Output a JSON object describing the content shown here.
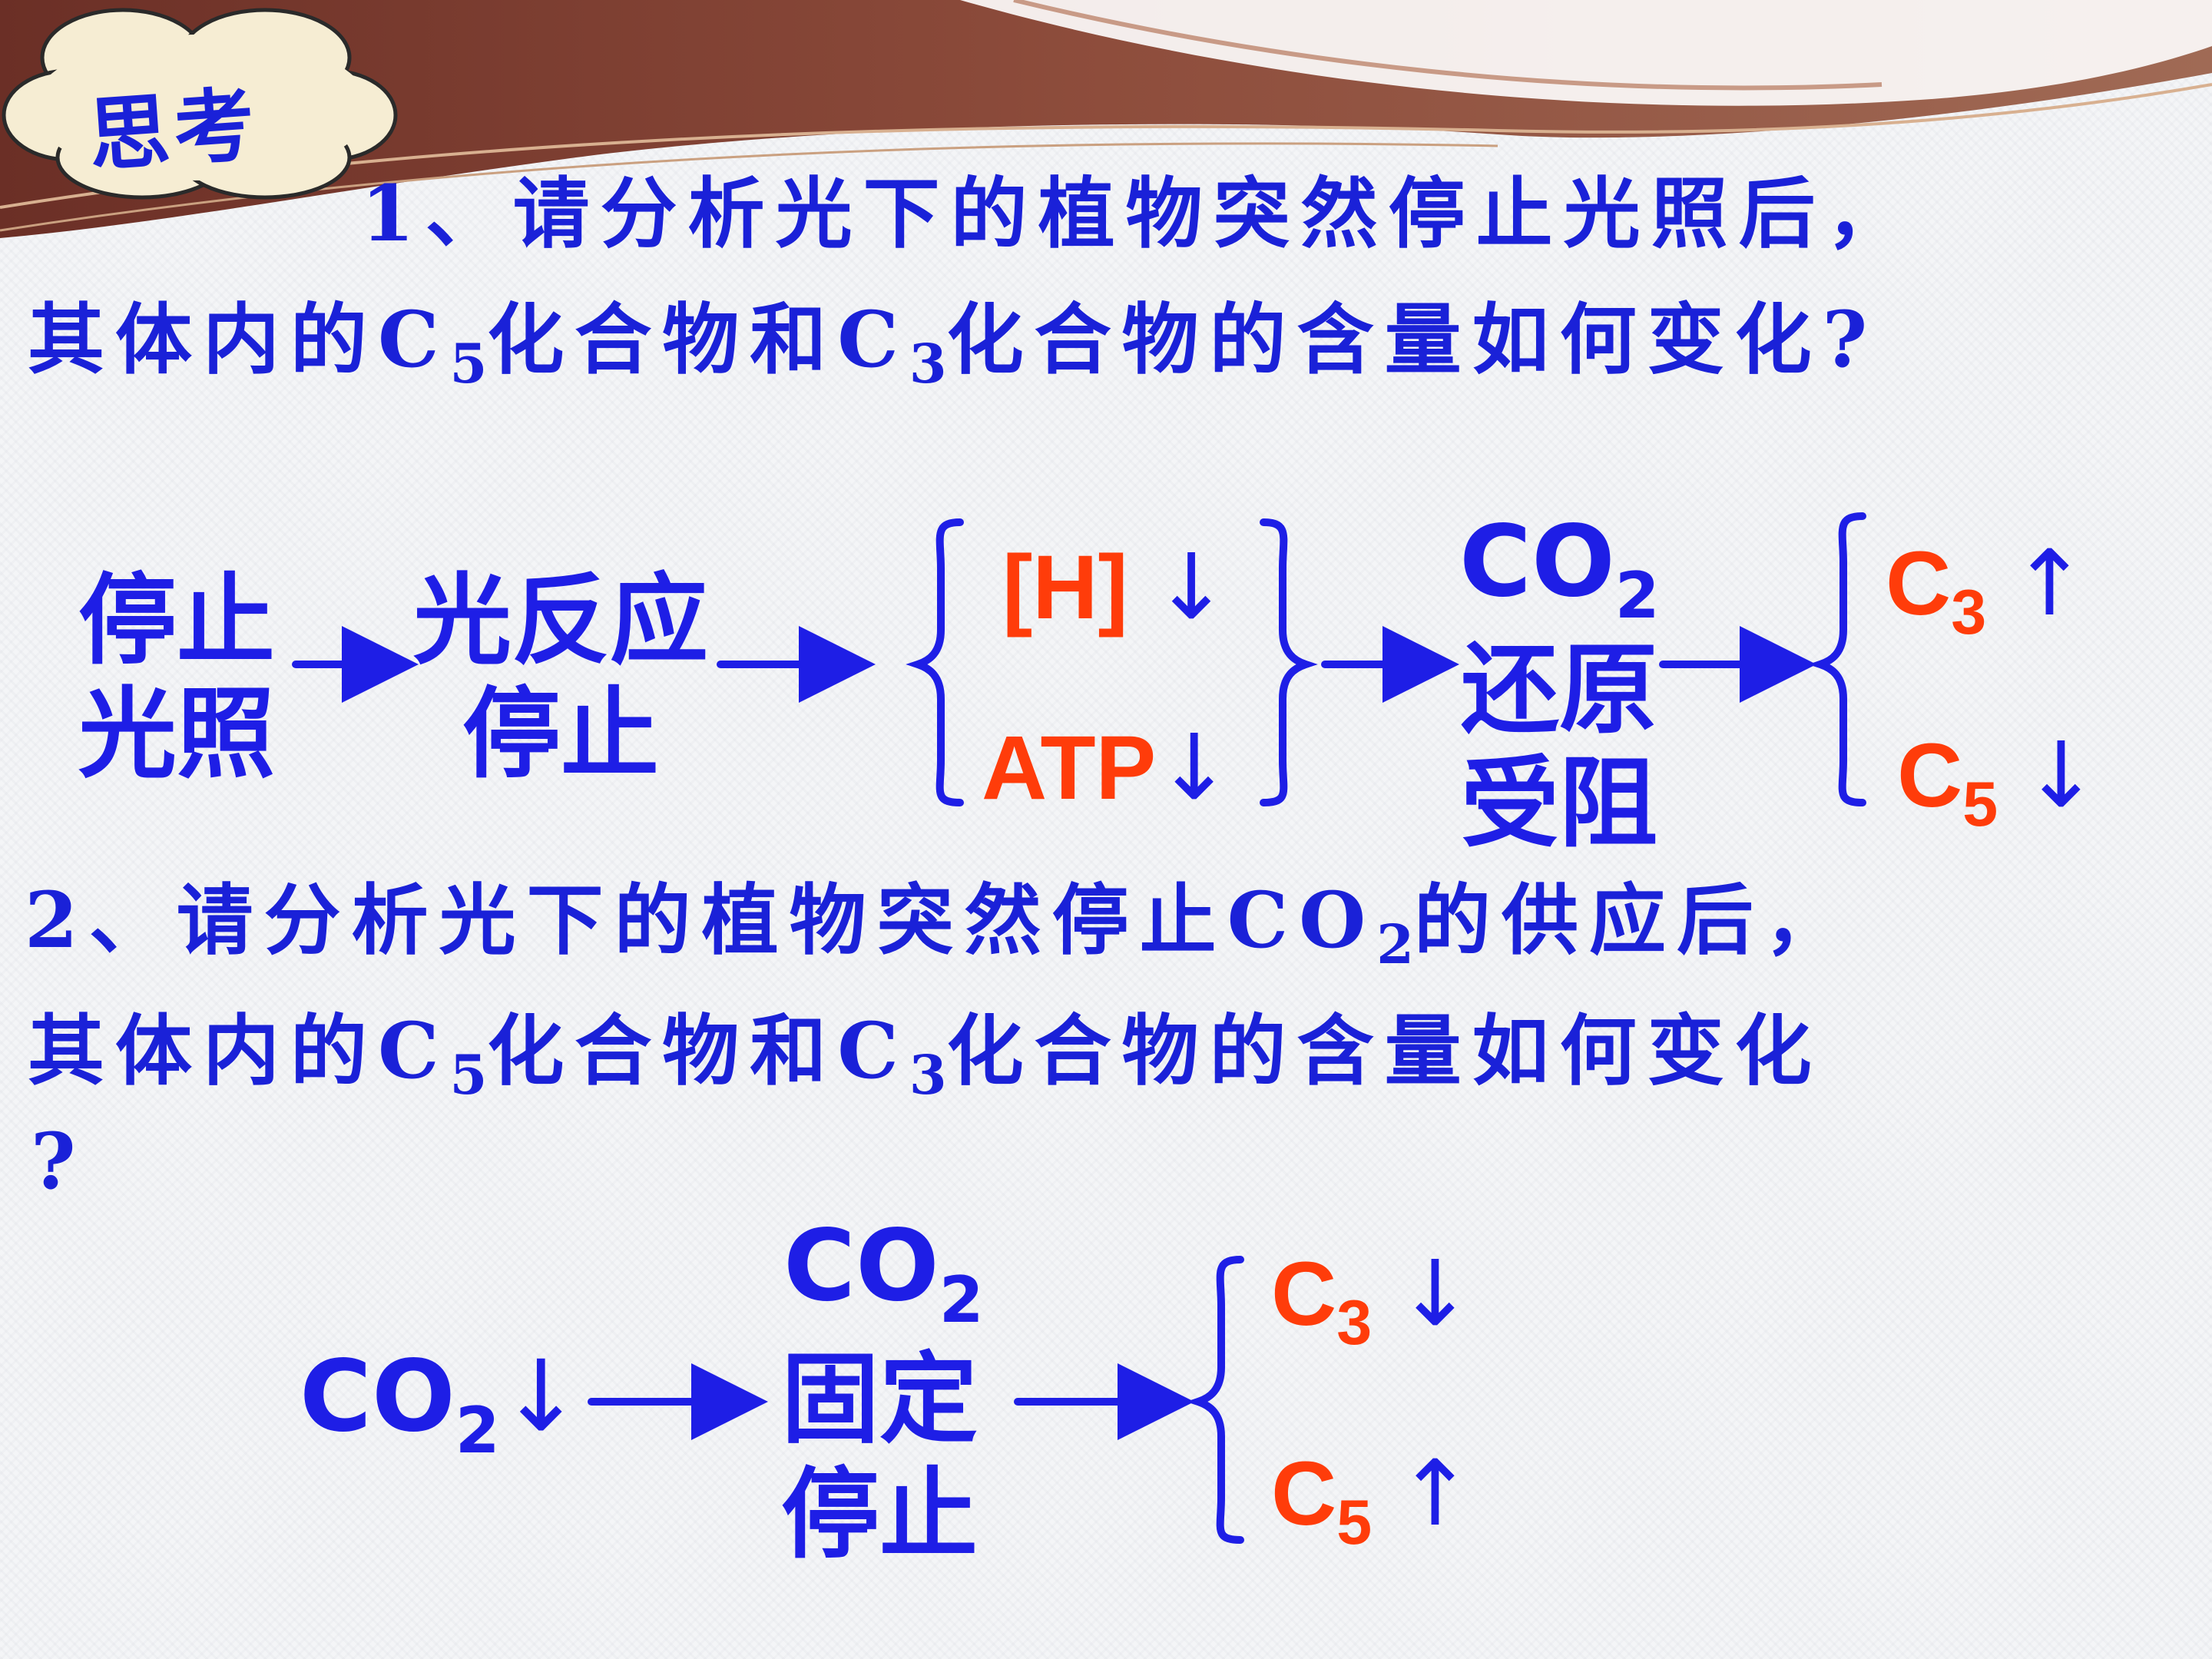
{
  "heading": "思考",
  "q1": {
    "line1_prefix": "1、请分析光下的植物突然停止光照后，",
    "l2_a": "其体内的C",
    "l2_sub_a": "5",
    "l2_b": "化合物和C",
    "l2_sub_b": "3",
    "l2_c": "化合物的含量如何变化?"
  },
  "flow1": {
    "n1_l1": "停止",
    "n1_l2": "光照",
    "n2_l1": "光反应",
    "n2_l2": "停止",
    "h_label": "[H]",
    "h_arrow": "↓",
    "atp_label": "ATP",
    "atp_arrow": "↓",
    "co2_main": "CO",
    "co2_sub": "2",
    "red_l1": "还原",
    "red_l2": "受阻",
    "c3_main": "C",
    "c3_sub": "3",
    "c3_arrow": "↑",
    "c5_main": "C",
    "c5_sub": "5",
    "c5_arrow": "↓"
  },
  "q2": {
    "l1_a": "2、请分析光下的植物突然停止CO",
    "l1_sub": "2",
    "l1_b": "的供应后，",
    "l2_a": "其体内的C",
    "l2_sub_a": "5",
    "l2_b": "化合物和C",
    "l2_sub_b": "3",
    "l2_c": "化合物的含量如何变化",
    "l3": "?"
  },
  "flow2": {
    "co2_main": "CO",
    "co2_sub": "2",
    "co2_arrow": "↓",
    "fix_main": "CO",
    "fix_sub": "2",
    "fix_l1": "固定",
    "fix_l2": "停止",
    "c3_main": "C",
    "c3_sub": "3",
    "c3_arrow": "↓",
    "c5_main": "C",
    "c5_sub": "5",
    "c5_arrow": "↑"
  },
  "colors": {
    "blue": "#1e1ee6",
    "orange": "#ff3c0a",
    "banner": "#8b4a3c"
  }
}
